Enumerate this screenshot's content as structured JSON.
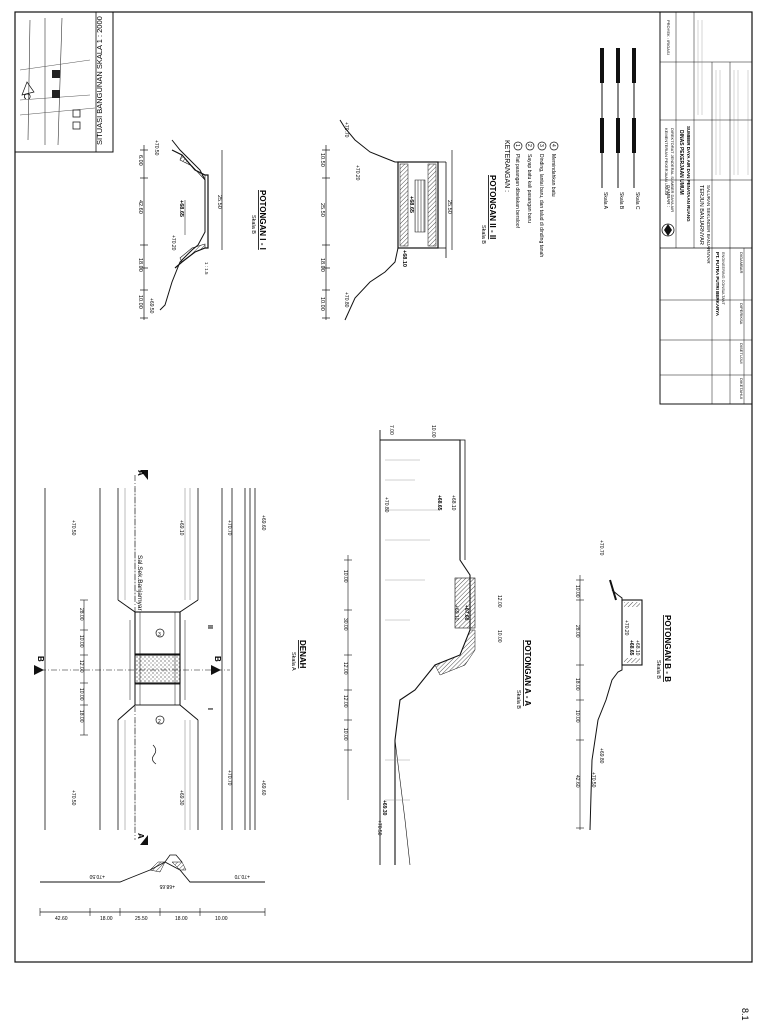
{
  "drawing": {
    "situasi_title": "SITUASI BANGUNAN SKALA 1 : 2000",
    "situasi_letter_c": "C",
    "potongan_1_title": "POTONGAN I - I",
    "potongan_1_scale": "Skala B",
    "potongan_2_title": "POTONGAN II - II",
    "potongan_2_scale": "Skala B",
    "denah_title": "DENAH",
    "denah_scale": "Skala A",
    "potongan_aa_title": "POTONGAN A - A",
    "potongan_aa_scale": "Skala B",
    "potongan_bb_title": "POTONGAN B - B",
    "potongan_bb_scale": "Skala B",
    "canal_label": "Sal.Sek.Banjarnyar",
    "section_markers": {
      "a": "A",
      "b": "B",
      "i": "I",
      "ii": "II"
    },
    "keterangan": {
      "title": "KETERANGAN :",
      "items": [
        {
          "num": "1",
          "text": "Plat pasangan dibelakan bersloof"
        },
        {
          "num": "2",
          "text": "Sayap batu kali pasangan baru"
        },
        {
          "num": "3",
          "text": "Dinding, lantai baru, dan talud di dinding tanah"
        },
        {
          "num": "4",
          "text": "Memindahkan batu"
        }
      ]
    },
    "scale_labels": [
      "Skala A",
      "Skala B",
      "Skala C"
    ],
    "elevations": [
      "+70.50",
      "+68.65",
      "+68.10",
      "+69.20",
      "+67.60",
      "+70.20",
      "+69.75",
      "+70.10",
      "+70.70",
      "+69.30"
    ],
    "dimensions": [
      "42.60",
      "25.50",
      "18.00",
      "10.00",
      "28.00",
      "12.00",
      "1:1.5",
      "0.60"
    ]
  },
  "title_block": {
    "ministry": "KEMENTERIAN PEKERJAAN UMUM",
    "directorate": "DIREKTORAT JENDERAL SUMBER DAYA AIR",
    "agency": "DINAS PEKERJAAN UMUM",
    "division": "SUMBER DAYA AIR DAN PENATAAN RUANG",
    "gambar_label": "GAMBAR :",
    "drawing_name": "TERJUN BANJARNYAR",
    "drawing_sub": "SALURAN SEKUNDER BANJARNYAR",
    "consultant": "PT. PUTRA PUTRI BERKARYA",
    "consultant_sub": "ENGINEERING CONSULTANT",
    "rows": [
      "DIGAMBAR",
      "DIPERIKSA",
      "DISETUJUI",
      "DIKETAHUI"
    ],
    "project": "PROYEK : IRIGASI",
    "sheet_no": "8.1"
  }
}
